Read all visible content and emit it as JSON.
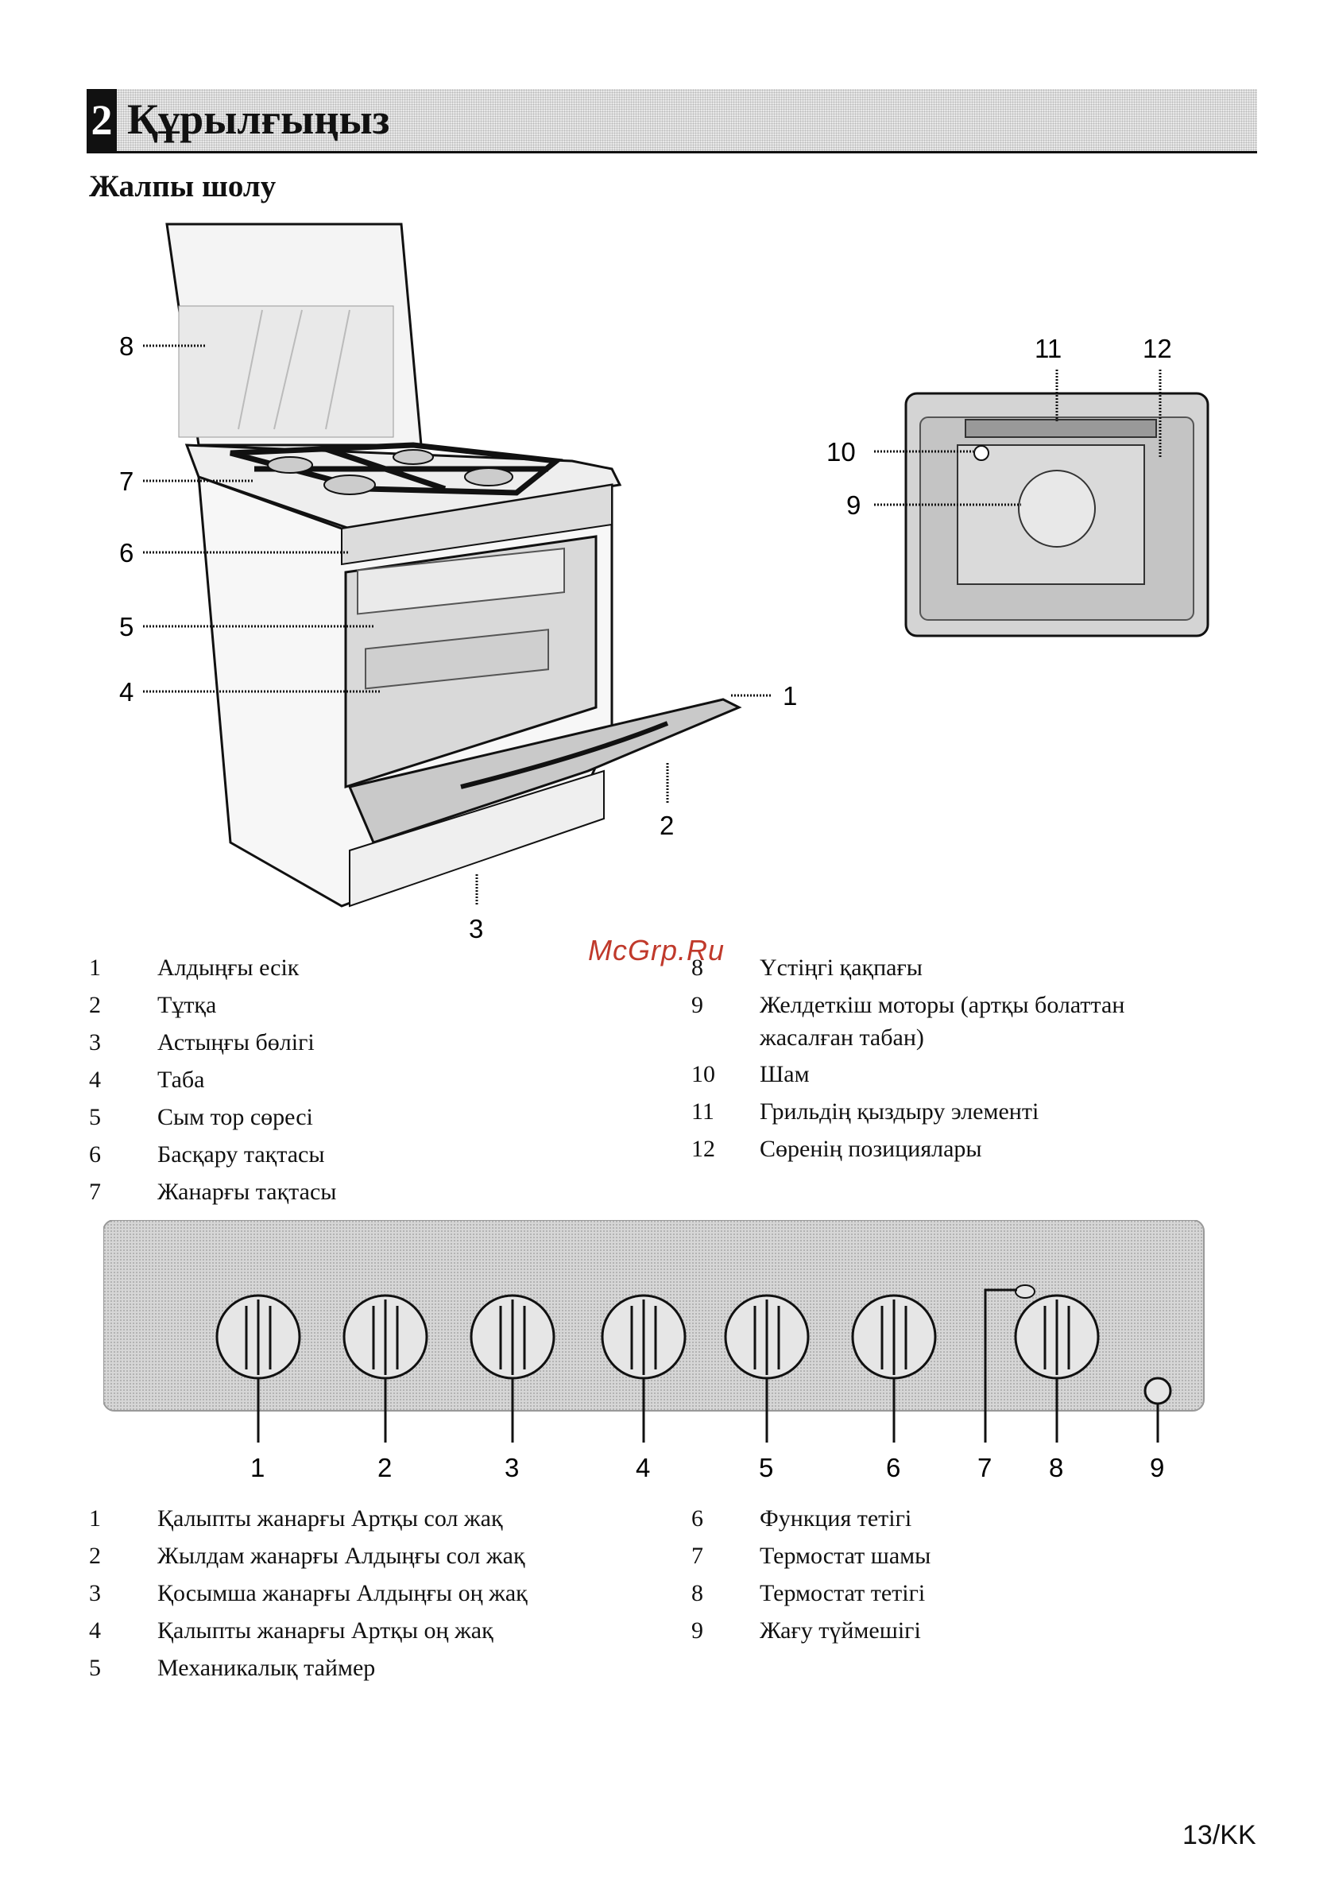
{
  "header": {
    "chapter_number": "2",
    "chapter_title": "Құрылғыңыз"
  },
  "section_title": "Жалпы шолу",
  "watermark": "McGrp.Ru",
  "cooker_callouts": [
    "1",
    "2",
    "3",
    "4",
    "5",
    "6",
    "7",
    "8"
  ],
  "oven_callouts": [
    "9",
    "10",
    "11",
    "12"
  ],
  "panel_callouts": [
    "1",
    "2",
    "3",
    "4",
    "5",
    "6",
    "7",
    "8",
    "9"
  ],
  "legend_left": [
    {
      "num": "1",
      "text": "Алдыңғы есік"
    },
    {
      "num": "2",
      "text": "Тұтқа"
    },
    {
      "num": "3",
      "text": "Астыңғы бөлігі"
    },
    {
      "num": "4",
      "text": "Таба"
    },
    {
      "num": "5",
      "text": "Сым тор сөресі"
    },
    {
      "num": "6",
      "text": "Басқару тақтасы"
    },
    {
      "num": "7",
      "text": "Жанарғы тақтасы"
    }
  ],
  "legend_right": [
    {
      "num": "8",
      "text": "Үстіңгі қақпағы"
    },
    {
      "num": "9",
      "text": "Желдеткіш моторы (артқы болаттан",
      "text2": "жасалған табан)"
    },
    {
      "num": "10",
      "text": "Шам"
    },
    {
      "num": "11",
      "text": "Грильдің қыздыру элементі"
    },
    {
      "num": "12",
      "text": "Сөренің позициялары"
    }
  ],
  "panel_legend_left": [
    {
      "num": "1",
      "text": "Қалыпты жанарғы Артқы сол жақ"
    },
    {
      "num": "2",
      "text": "Жылдам жанарғы Алдыңғы сол жақ"
    },
    {
      "num": "3",
      "text": "Қосымша жанарғы Алдыңғы оң жақ"
    },
    {
      "num": "4",
      "text": "Қалыпты жанарғы Артқы оң жақ"
    },
    {
      "num": "5",
      "text": "Механикалық таймер"
    }
  ],
  "panel_legend_right": [
    {
      "num": "6",
      "text": "Функция тетігі"
    },
    {
      "num": "7",
      "text": "Термостат шамы"
    },
    {
      "num": "8",
      "text": "Термостат тетігі"
    },
    {
      "num": "9",
      "text": "Жағу түймешігі"
    }
  ],
  "page_number": "13/KK"
}
